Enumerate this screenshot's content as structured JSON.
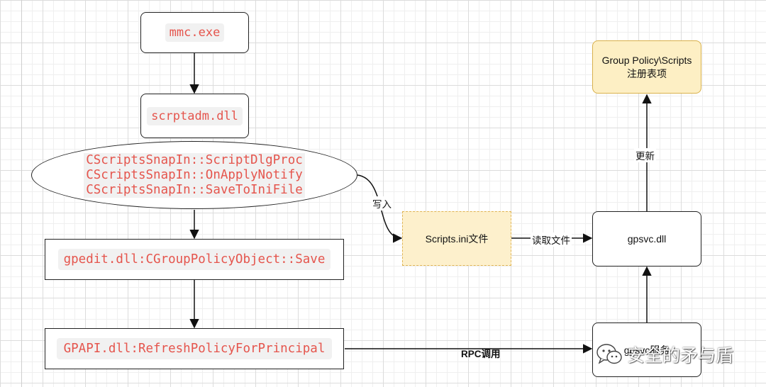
{
  "nodes": {
    "mmc": "mmc.exe",
    "scrptadm": "scrptadm.dll",
    "snapin_methods": [
      "CScriptsSnapIn::ScriptDlgProc",
      "CScriptsSnapIn::OnApplyNotify",
      "CScriptsSnapIn::SaveToIniFile"
    ],
    "gpedit_save": "gpedit.dll:CGroupPolicyObject::Save",
    "gpapi_refresh": "GPAPI.dll:RefreshPolicyForPrincipal",
    "scripts_ini": "Scripts.ini文件",
    "gpsvc_dll": "gpsvc.dll",
    "gpsvc_service": "gpsvc服务",
    "registry_line1": "Group Policy\\Scripts",
    "registry_line2": "注册表项"
  },
  "edge_labels": {
    "write": "写入",
    "read_file": "读取文件",
    "rpc_call": "RPC调用",
    "update": "更新"
  },
  "watermark": {
    "text": "安全的矛与盾",
    "icon": "wechat-icon"
  },
  "colors": {
    "code_text": "#e5554d",
    "code_background": "#f1f1f1",
    "note_fill": "#fdefc4",
    "note_border": "#d9b14c"
  }
}
